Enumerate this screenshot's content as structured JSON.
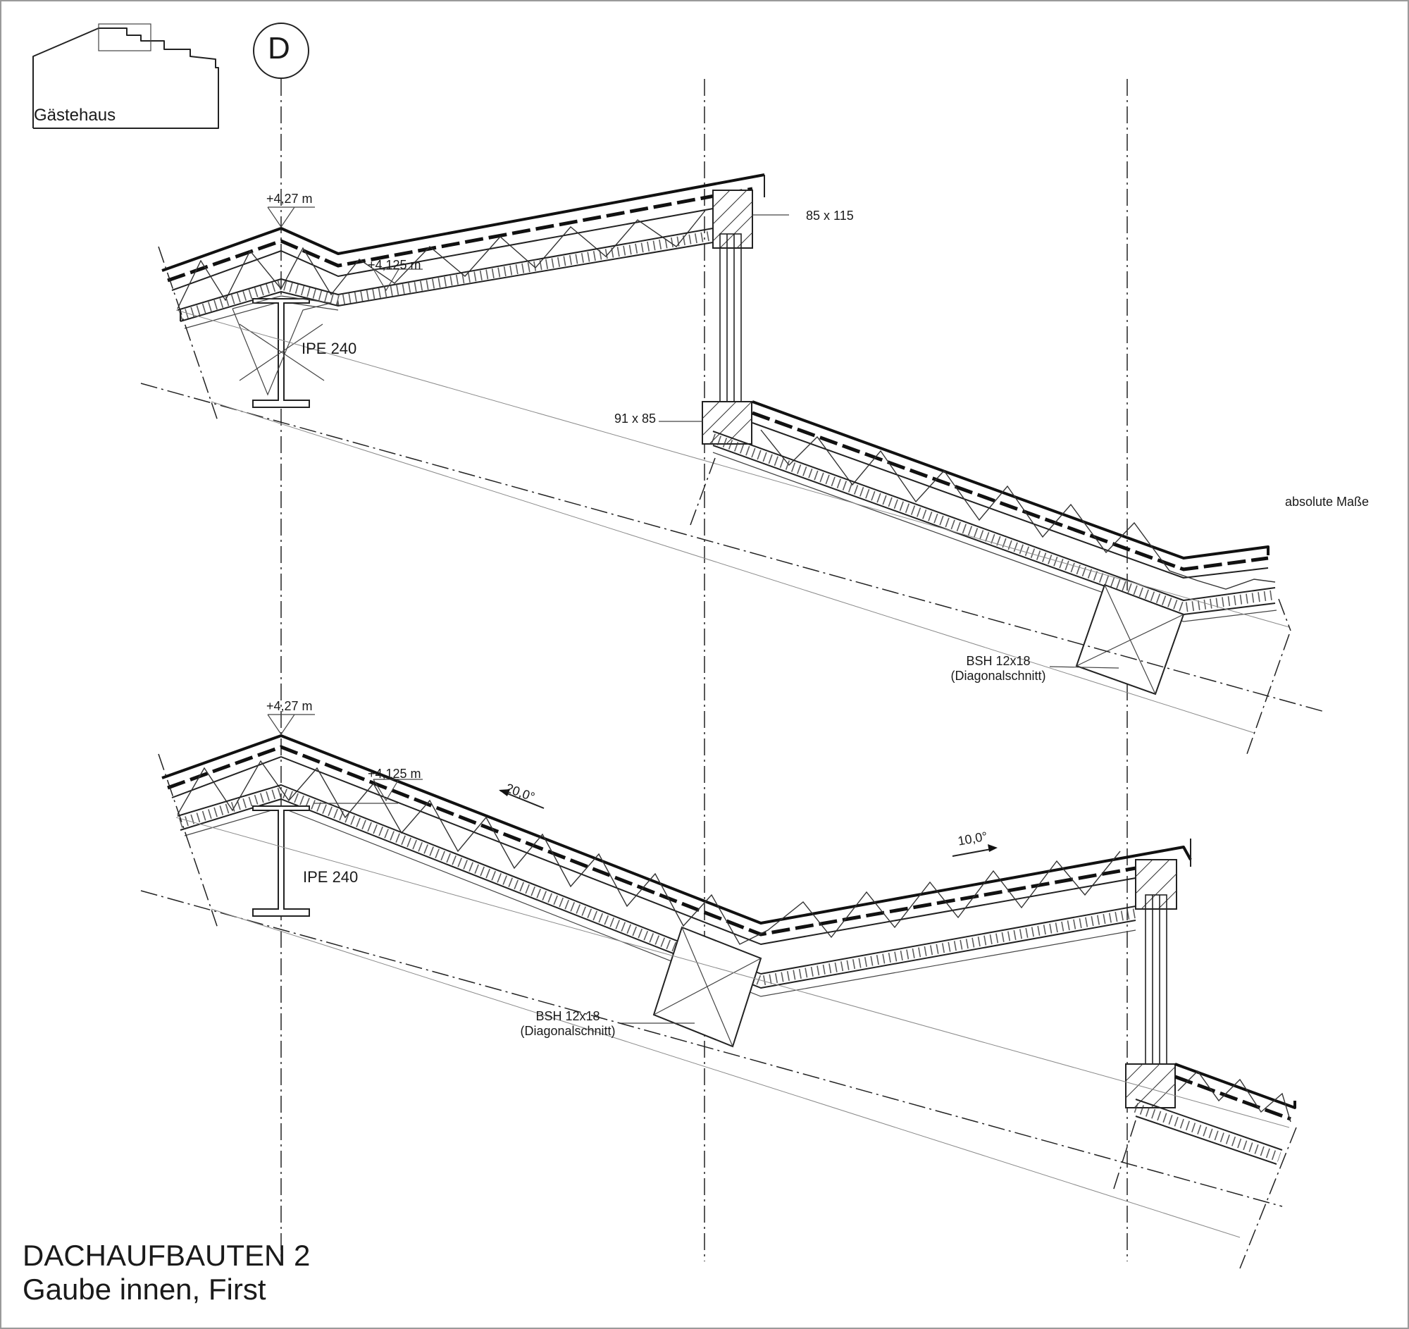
{
  "key_plan": {
    "label": "Gästehaus"
  },
  "axis_marker": {
    "label": "D"
  },
  "title": {
    "line1": "DACHAUFBAUTEN 2",
    "line2": "Gaube innen, First"
  },
  "note": {
    "text": "absolute Maße"
  },
  "detail_top": {
    "level_ridge": "+4,27 m",
    "level_lower": "+4,125 m",
    "beam": "IPE 240",
    "frame_head": "85 x 115",
    "frame_sill": "91 x 85",
    "glulam_line1": "BSH  12x18",
    "glulam_line2": "(Diagonalschnitt)"
  },
  "detail_bottom": {
    "level_ridge": "+4,27 m",
    "level_lower": "+4,125 m",
    "beam": "IPE 240",
    "slope_steep": "20,0°",
    "slope_shallow": "10,0°",
    "glulam_line1": "BSH  12x18",
    "glulam_line2": "(Diagonalschnitt)"
  }
}
